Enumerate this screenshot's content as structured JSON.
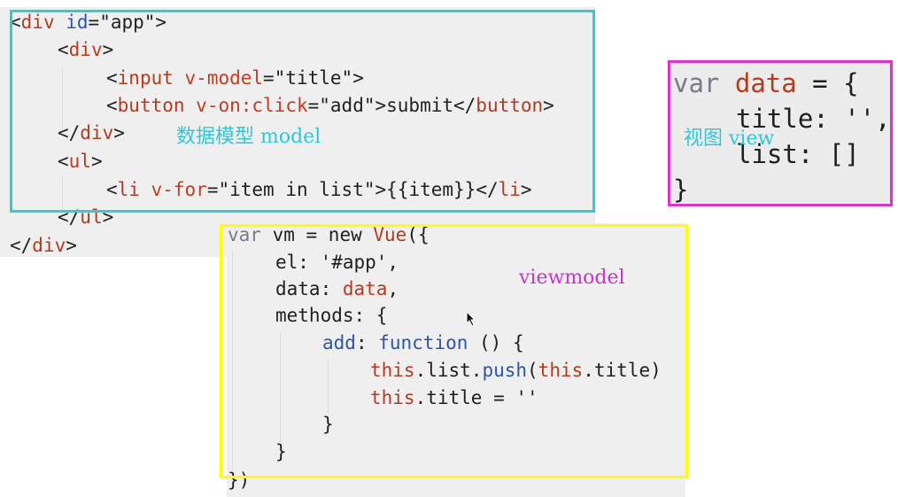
{
  "html_code": {
    "l1": {
      "open": "<",
      "tag": "div",
      "sp": " ",
      "attr": "id",
      "eq": "=",
      "val": "\"app\"",
      "close": ">"
    },
    "l2": {
      "open": "<",
      "tag": "div",
      "close": ">"
    },
    "l3": {
      "open": "<",
      "tag": "input",
      "sp": " ",
      "attr": "v-model",
      "eq": "=",
      "val": "\"title\"",
      "close": ">"
    },
    "l4": {
      "open": "<",
      "tag": "button",
      "sp": " ",
      "attr": "v-on:click",
      "eq": "=",
      "val": "\"add\"",
      "close": ">",
      "text": "submit",
      "end_open": "</",
      "end_tag": "button",
      "end_close": ">"
    },
    "l5": {
      "open": "</",
      "tag": "div",
      "close": ">"
    },
    "l6": {
      "open": "<",
      "tag": "ul",
      "close": ">"
    },
    "l7": {
      "open": "<",
      "tag": "li",
      "sp": " ",
      "attr": "v-for",
      "eq": "=",
      "val": "\"item in list\"",
      "close": ">",
      "text": "{{item}}",
      "end_open": "</",
      "end_tag": "li",
      "end_close": ">"
    },
    "l8": {
      "open": "</",
      "tag": "ul",
      "close": ">"
    },
    "l9": {
      "open": "</",
      "tag": "div",
      "close": ">"
    }
  },
  "data_code": {
    "l1": {
      "kw": "var",
      "name": "data",
      "rest": " = {"
    },
    "l2": {
      "text": "title: '',"
    },
    "l3": {
      "text": "list: []"
    },
    "l4": {
      "text": "}"
    }
  },
  "vm_code": {
    "l1": {
      "kw": "var",
      "mid": " vm = new ",
      "cls": "Vue",
      "rest": "({"
    },
    "l2": {
      "text": "el: '#app',"
    },
    "l3": {
      "key": "data: ",
      "val": "data",
      "rest": ","
    },
    "l4": {
      "text": "methods: {"
    },
    "l5": {
      "fn": "add",
      "colon": ": ",
      "kw": "function",
      "rest": " () {"
    },
    "l6": {
      "this1": "this",
      "mid1": ".list.",
      "push": "push",
      "p1": "(",
      "this2": "this",
      "rest": ".title)"
    },
    "l7": {
      "this1": "this",
      "rest": ".title = ''"
    },
    "l8": {
      "text": "}"
    },
    "l9": {
      "text": "}"
    },
    "l10": {
      "text": "})"
    }
  },
  "annotations": {
    "model": "数据模型 model",
    "view": "视图 view",
    "viewmodel": "viewmodel"
  },
  "colors": {
    "model_box": "#33cccc",
    "view_box": "#dd33cc",
    "viewmodel_box": "#ffff00",
    "model_label": "#33c6d6",
    "view_label": "#33c6d6",
    "viewmodel_label": "#cc33cc"
  }
}
